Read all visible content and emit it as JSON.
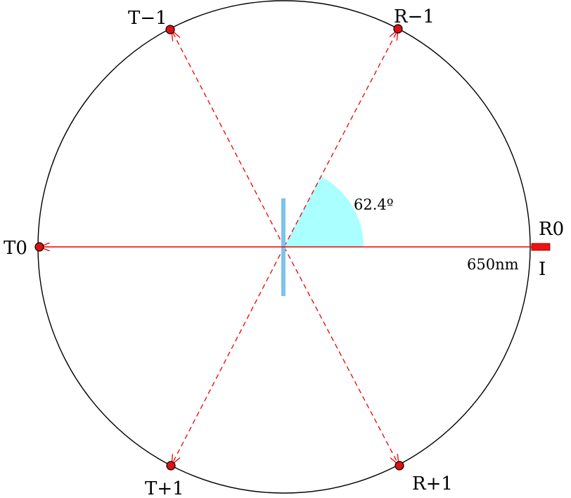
{
  "diagram": {
    "angle_label": "62.4º",
    "wavelength_label": "650nm",
    "source_label": "I",
    "colors": {
      "circle": "#000000",
      "beam": "#ee0000",
      "dot_fill": "#dd1111",
      "grating": "#7cc4ee",
      "angle_wedge": "#aaffff",
      "source_block": "#ee1111"
    },
    "detectors": [
      {
        "id": "T0",
        "label": "T0"
      },
      {
        "id": "R0",
        "label": "R0"
      },
      {
        "id": "T-1",
        "label": "T−1"
      },
      {
        "id": "R-1",
        "label": "R−1"
      },
      {
        "id": "T+1",
        "label": "T+1"
      },
      {
        "id": "R+1",
        "label": "R+1"
      }
    ]
  }
}
